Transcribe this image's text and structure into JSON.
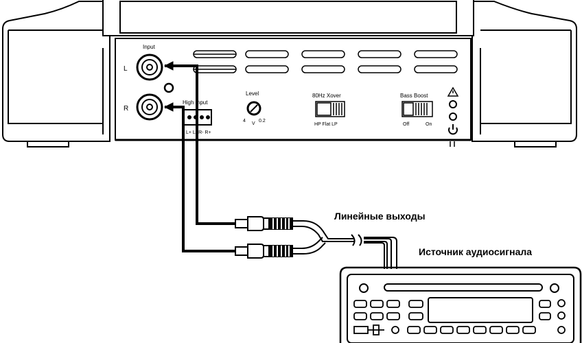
{
  "amplifier": {
    "input_label": "Input",
    "channel_left": "L",
    "channel_right": "R",
    "high_input_label": "High Input",
    "high_input_pins": "L+ L- R- R+",
    "level_label": "Level",
    "level_min": "4",
    "level_unit": "V",
    "level_max": "0.2",
    "xover_label": "80Hz Xover",
    "xover_positions": "HP  Flat  LP",
    "bass_boost_label": "Bass Boost",
    "bass_off": "Off",
    "bass_on": "On"
  },
  "labels": {
    "line_outputs": "Линейные выходы",
    "audio_source": "Источник аудиосигнала"
  },
  "colors": {
    "line": "#000000",
    "background": "#ffffff",
    "cable_fill": "#ffffff"
  },
  "icons": [
    "warning-icon",
    "power-icon",
    "led-icon"
  ]
}
